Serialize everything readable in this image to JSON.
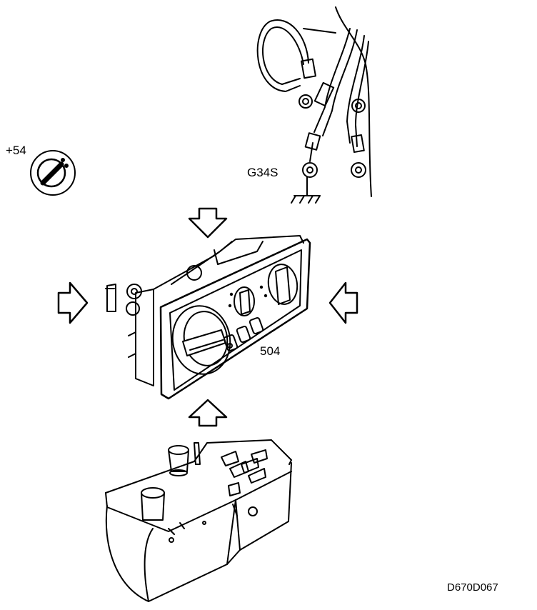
{
  "labels": {
    "ignition": "+54",
    "ground": "G34S",
    "control_panel": "504",
    "reference": "D670D067"
  },
  "icons": {
    "ignition": "ignition-switch-icon",
    "ground": "ground-symbol-icon",
    "arrows": "hollow-arrow-icon"
  },
  "colors": {
    "ink": "#000000",
    "paper": "#ffffff"
  }
}
